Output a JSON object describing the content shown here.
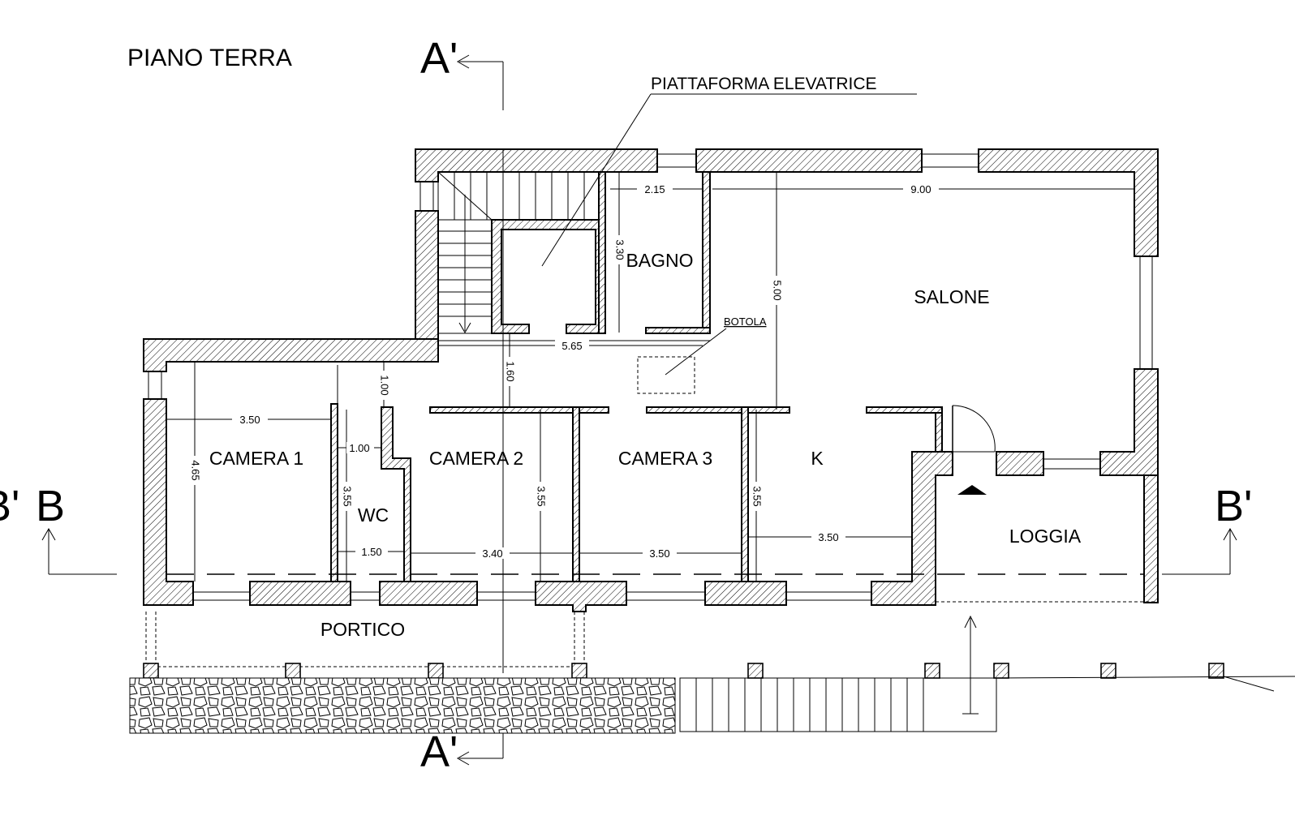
{
  "drawing": {
    "title": "PIANO TERRA",
    "section_markers": {
      "a_top": "A'",
      "a_bottom": "A'",
      "b_left_partial": "B'",
      "b_left": "B",
      "b_right": "B'"
    },
    "annotations": {
      "lift": "PIATTAFORMA ELEVATRICE",
      "hatch": "BOTOLA"
    },
    "rooms": {
      "bagno": "BAGNO",
      "salone": "SALONE",
      "camera1": "CAMERA 1",
      "camera2": "CAMERA 2",
      "camera3": "CAMERA 3",
      "kitchen": "K",
      "wc": "WC",
      "loggia": "LOGGIA",
      "portico": "PORTICO"
    },
    "dimensions": {
      "bagno_width": "2.15",
      "salone_width": "9.00",
      "bagno_depth": "3.30",
      "salone_depth": "5.00",
      "corridor_length": "5.65",
      "corridor_depth": "1.60",
      "passage_depth": "1.00",
      "camera1_width": "3.50",
      "camera1_depth": "4.65",
      "wc_top_width": "1.00",
      "wc_depth": "3.55",
      "wc_width": "1.50",
      "camera2_width": "3.40",
      "camera2_depth": "3.55",
      "camera3_width": "3.50",
      "kitchen_depth": "3.55",
      "kitchen_width": "3.50"
    }
  }
}
